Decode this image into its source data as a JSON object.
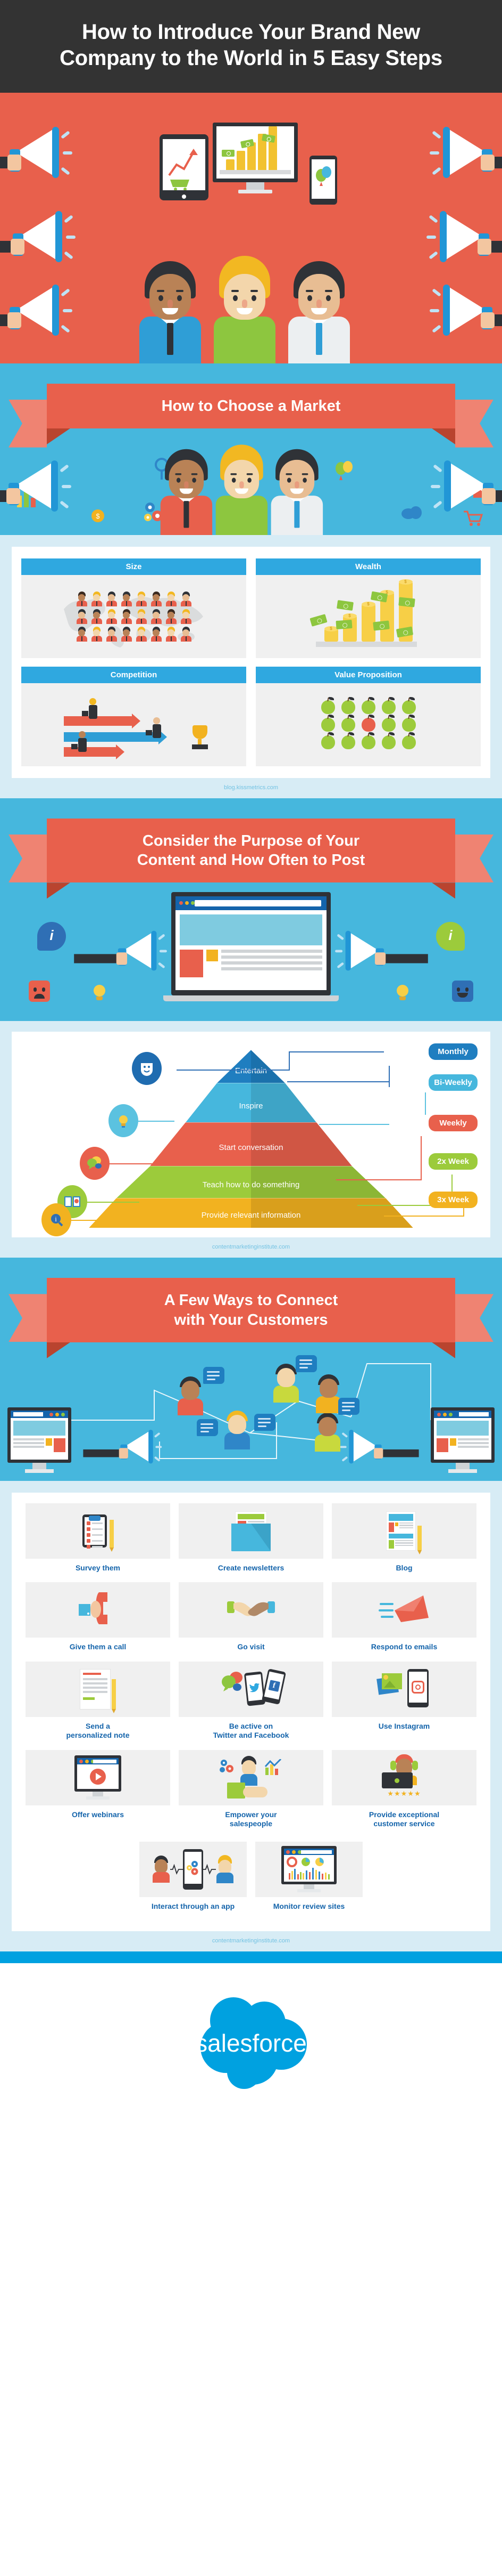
{
  "title": {
    "line1": "How to Introduce Your Brand New",
    "line2": "Company to the World in 5 Easy Steps"
  },
  "colors": {
    "dark": "#333333",
    "red": "#e8604c",
    "red_dark": "#b9442f",
    "red_light": "#ef8372",
    "blue": "#46b7dd",
    "blue_deep": "#1464ab",
    "blue_header": "#2fa8e0",
    "pale_blue": "#d7ecf5",
    "green": "#8dc63f",
    "yellow": "#f2b220",
    "gray_tile": "#f0f0f0",
    "salesforce_blue": "#00a1e0"
  },
  "sections": {
    "market": {
      "banner": "How to Choose a Market",
      "source": "blog.kissmetrics.com",
      "quadrants": [
        {
          "title": "Size",
          "art": "people-world-map-icon"
        },
        {
          "title": "Wealth",
          "art": "coin-stacks-money-icon"
        },
        {
          "title": "Competition",
          "art": "runners-race-trophy-icon"
        },
        {
          "title": "Value Proposition",
          "art": "apples-grid-icon"
        }
      ]
    },
    "content": {
      "banner_line1": "Consider the Purpose of Your",
      "banner_line2": "Content and How Often to Post",
      "source": "contentmarketinginstitute.com",
      "pyramid": {
        "tiers": [
          {
            "label": "Entertain",
            "color": "#1f7ec0",
            "icon": "theater-mask-icon",
            "icon_bg": "#1f7ec0"
          },
          {
            "label": "Inspire",
            "color": "#46b7dd",
            "icon": "lightbulb-icon",
            "icon_bg": "#5bc2e0"
          },
          {
            "label": "Start conversation",
            "color": "#e8604c",
            "icon": "speech-bubbles-icon",
            "icon_bg": "#e8604c"
          },
          {
            "label": "Teach how to do something",
            "color": "#9ccb3b",
            "icon": "open-book-gear-icon",
            "icon_bg": "#9ccb3b"
          },
          {
            "label": "Provide relevant information",
            "color": "#f2b220",
            "icon": "info-search-icon",
            "icon_bg": "#f2b220"
          }
        ],
        "frequencies": [
          {
            "label": "Monthly",
            "color": "#1f7ec0"
          },
          {
            "label": "Bi-Weekly",
            "color": "#46b7dd"
          },
          {
            "label": "Weekly",
            "color": "#e8604c"
          },
          {
            "label": "2x Week",
            "color": "#9ccb3b"
          },
          {
            "label": "3x Week",
            "color": "#f2b220"
          }
        ]
      }
    },
    "connect": {
      "banner_line1": "A Few Ways to Connect",
      "banner_line2": "with Your Customers",
      "source": "contentmarketinginstitute.com",
      "tiles": [
        {
          "caption": "Survey them",
          "art": "clipboard-checklist-icon"
        },
        {
          "caption": "Create newsletters",
          "art": "envelope-newsletter-icon"
        },
        {
          "caption": "Blog",
          "art": "article-page-pencil-icon"
        },
        {
          "caption": "Give them a call",
          "art": "telephone-handset-icon"
        },
        {
          "caption": "Go visit",
          "art": "handshake-icon"
        },
        {
          "caption": "Respond to emails",
          "art": "flying-envelope-icon"
        },
        {
          "caption": "Send a\npersonalized note",
          "art": "note-pencil-icon"
        },
        {
          "caption": "Be active on\nTwitter and Facebook",
          "art": "social-phones-icon"
        },
        {
          "caption": "Use Instagram",
          "art": "instagram-phone-photos-icon"
        },
        {
          "caption": "Offer webinars",
          "art": "monitor-play-button-icon"
        },
        {
          "caption": "Empower your\nsalespeople",
          "art": "salesperson-chart-icon"
        },
        {
          "caption": "Provide exceptional\ncustomer service",
          "art": "headset-agent-stars-icon"
        }
      ],
      "tiles_last_row": [
        {
          "caption": "Interact through an app",
          "art": "app-connection-icon"
        },
        {
          "caption": "Monitor review sites",
          "art": "dashboard-charts-icon"
        }
      ],
      "rating_stars": "★★★★★"
    },
    "footer": {
      "brand": "salesforce"
    }
  }
}
